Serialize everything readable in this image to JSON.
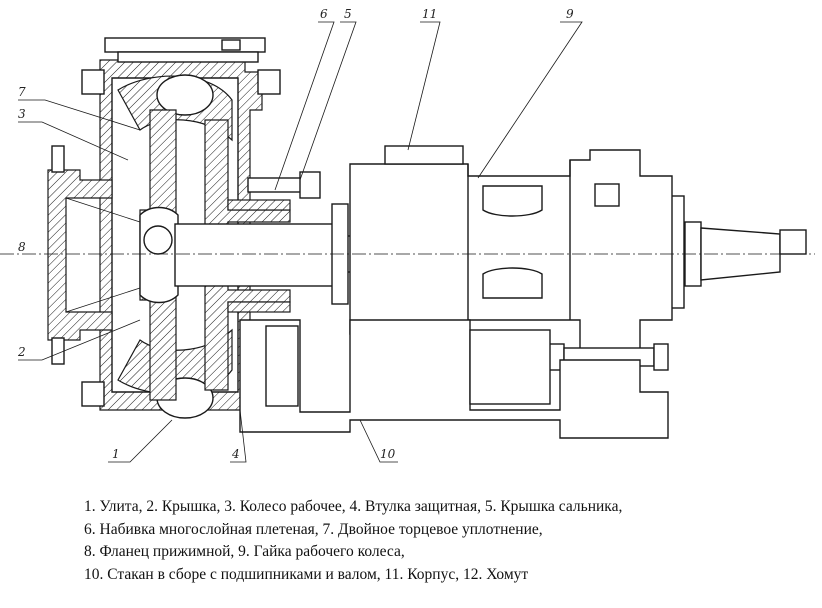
{
  "drawing": {
    "callouts": [
      "1",
      "2",
      "3",
      "4",
      "5",
      "6",
      "7",
      "8",
      "9",
      "10",
      "11"
    ]
  },
  "legend": {
    "lines": [
      "1. Улита, 2. Крышка, 3. Колесо рабочее, 4. Втулка защитная, 5. Крышка сальника,",
      "6. Набивка многослойная плетеная, 7. Двойное торцевое уплотнение,",
      "8. Фланец прижимной, 9. Гайка рабочего колеса,",
      "10. Стакан в сборе с подшипниками и валом, 11. Корпус, 12. Хомут"
    ]
  }
}
